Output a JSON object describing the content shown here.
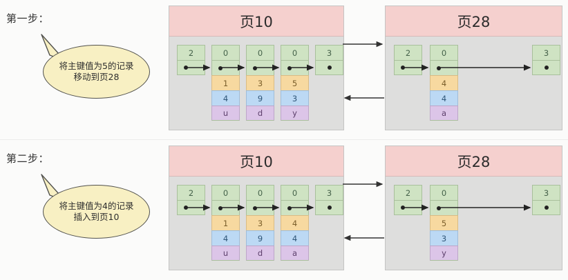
{
  "steps": [
    {
      "label": "第一步：",
      "bubble": {
        "line1": "将主键值为5的记录",
        "line2": "移动到页28"
      },
      "pages": [
        {
          "title": "页10",
          "nodes": [
            {
              "key": "2",
              "pointer": "•",
              "extra": []
            },
            {
              "key": "0",
              "pointer": "•",
              "extra": [
                {
                  "v": "1",
                  "c": "orange"
                },
                {
                  "v": "4",
                  "c": "blue"
                },
                {
                  "v": "u",
                  "c": "purple"
                }
              ]
            },
            {
              "key": "0",
              "pointer": "•",
              "extra": [
                {
                  "v": "3",
                  "c": "orange"
                },
                {
                  "v": "9",
                  "c": "blue"
                },
                {
                  "v": "d",
                  "c": "purple"
                }
              ]
            },
            {
              "key": "0",
              "pointer": "•",
              "extra": [
                {
                  "v": "5",
                  "c": "orange"
                },
                {
                  "v": "3",
                  "c": "blue"
                },
                {
                  "v": "y",
                  "c": "purple"
                }
              ]
            },
            {
              "key": "3",
              "pointer": "•",
              "extra": []
            }
          ]
        },
        {
          "title": "页28",
          "nodes": [
            {
              "key": "2",
              "pointer": "•",
              "extra": []
            },
            {
              "key": "0",
              "pointer": "•",
              "extra": [
                {
                  "v": "4",
                  "c": "orange"
                },
                {
                  "v": "4",
                  "c": "blue"
                },
                {
                  "v": "a",
                  "c": "purple"
                }
              ]
            },
            {
              "key": "3",
              "pointer": "•",
              "extra": []
            }
          ]
        }
      ]
    },
    {
      "label": "第二步：",
      "bubble": {
        "line1": "将主键值为4的记录",
        "line2": "插入到页10"
      },
      "pages": [
        {
          "title": "页10",
          "nodes": [
            {
              "key": "2",
              "pointer": "•",
              "extra": []
            },
            {
              "key": "0",
              "pointer": "•",
              "extra": [
                {
                  "v": "1",
                  "c": "orange"
                },
                {
                  "v": "4",
                  "c": "blue"
                },
                {
                  "v": "u",
                  "c": "purple"
                }
              ]
            },
            {
              "key": "0",
              "pointer": "•",
              "extra": [
                {
                  "v": "3",
                  "c": "orange"
                },
                {
                  "v": "9",
                  "c": "blue"
                },
                {
                  "v": "d",
                  "c": "purple"
                }
              ]
            },
            {
              "key": "0",
              "pointer": "•",
              "extra": [
                {
                  "v": "4",
                  "c": "orange"
                },
                {
                  "v": "4",
                  "c": "blue"
                },
                {
                  "v": "a",
                  "c": "purple"
                }
              ]
            },
            {
              "key": "3",
              "pointer": "•",
              "extra": []
            }
          ]
        },
        {
          "title": "页28",
          "nodes": [
            {
              "key": "2",
              "pointer": "•",
              "extra": []
            },
            {
              "key": "0",
              "pointer": "•",
              "extra": [
                {
                  "v": "5",
                  "c": "orange"
                },
                {
                  "v": "3",
                  "c": "blue"
                },
                {
                  "v": "y",
                  "c": "purple"
                }
              ]
            },
            {
              "key": "3",
              "pointer": "•",
              "extra": []
            }
          ]
        }
      ]
    }
  ],
  "colors": {
    "header_pink": "#f5d0ce",
    "panel_grey": "#dededd",
    "node_green": "#cfe3c3",
    "cell_orange": "#f7d9a0",
    "cell_blue": "#bcd9f4",
    "cell_purple": "#dcc5e8",
    "bubble_yellow": "#f8f0c3",
    "arrow_dark": "#333333"
  }
}
